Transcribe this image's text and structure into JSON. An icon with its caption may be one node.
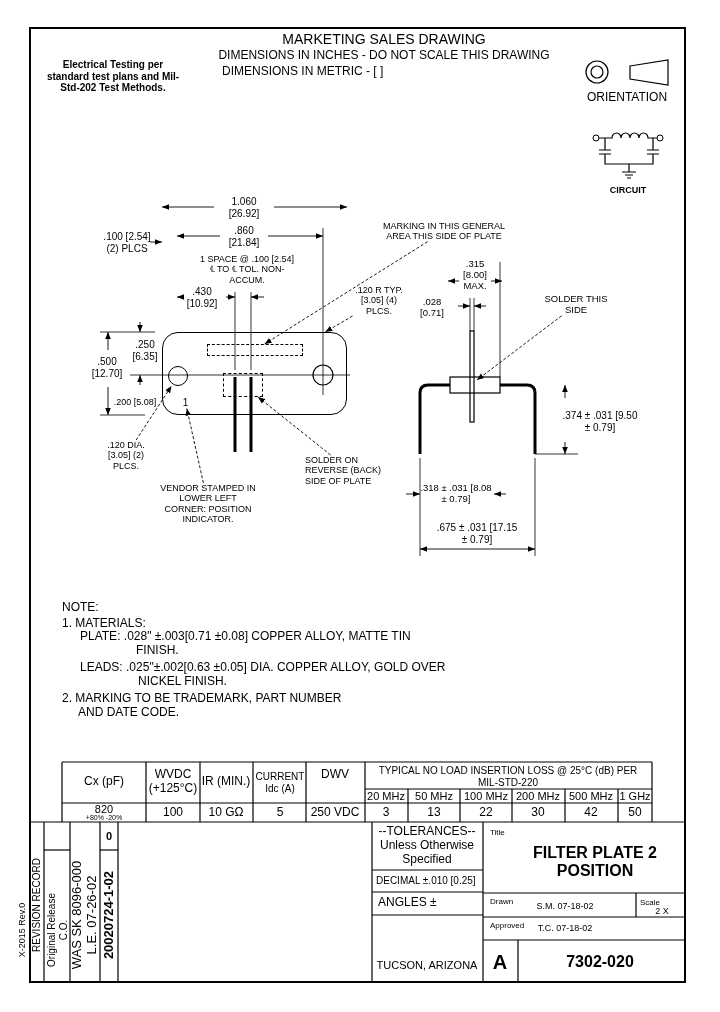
{
  "diagram": {
    "title": "MARKETING SALES DRAWING",
    "nodes": [
      {
        "text": [],
        "shape": "box"
      },
      {
        "text": [],
        "shape": "box",
        "in": 0
      },
      {
        "text": [],
        "shape": "circle",
        "in": 0
      },
      {
        "text": [
          "1"
        ],
        "in": 0
      },
      {
        "text": [],
        "shape": "box",
        "in": 0
      },
      {
        "text": [
          "MARKING IN THIS GENERAL AREA THIS SIDE OF PLATE"
        ]
      },
      {
        "text": [
          ".120 R TYP. [3.05] (4) PLCS."
        ]
      },
      {
        "text": [
          ".120 DIA. [3.05] (2) PLCS."
        ]
      },
      {
        "text": [
          "VENDOR STAMPED IN LOWER LEFT CORNER: POSITION INDICATOR."
        ]
      },
      {
        "text": [
          "SOLDER ON REVERSE (BACK) SIDE OF PLATE"
        ]
      },
      {
        "text": [
          "SOLDER THIS SIDE"
        ]
      }
    ],
    "edges": [
      {
        "from": 5,
        "to": 1,
        "arrow": "to"
      },
      {
        "from": 6,
        "to": 0,
        "arrow": "to"
      },
      {
        "from": 7,
        "to": 2,
        "arrow": "to"
      },
      {
        "from": 8,
        "to": 3,
        "arrow": "to"
      },
      {
        "from": 9,
        "to": 4,
        "arrow": "to"
      },
      {
        "from": 10,
        "to": null,
        "arrow": "to"
      }
    ],
    "labels": [
      "DIMENSIONS IN INCHES - DO NOT SCALE THIS DRAWING",
      "DIMENSIONS IN METRIC - [ ]",
      "Electrical Testing per standard test plans and Mil-Std-202 Test Methods.",
      "ORIENTATION",
      "CIRCUIT",
      "1.060 [26.92]",
      ".100 [2.54] (2) PLCS",
      ".860 [21.84]",
      "1 SPACE @ .100 [2.54] ℄ TO ℄ TOL. NON-ACCUM.",
      ".430 [10.92]",
      ".250 [6.35]",
      ".500 [12.70]",
      ".200 [5.08]",
      ".315 [8.00] MAX.",
      ".028 [0.71]",
      ".374 ± .031 [9.50 ± 0.79]",
      ".318 ± .031 [8.08 ± 0.79]",
      ".675 ± .031 [17.15 ± 0.79]",
      "NOTE:",
      "1. MATERIALS:",
      "PLATE: .028\" ±.003[0.71 ±0.08] COPPER ALLOY, MATTE TIN FINISH.",
      "LEADS: .025\"±.002[0.63 ±0.05] DIA. COPPER ALLOY, GOLD OVER NICKEL FINISH.",
      "2. MARKING TO BE TRADEMARK, PART NUMBER AND DATE CODE.",
      "Cx (pF)",
      "WVDC (+125°C)",
      "IR (MIN.)",
      "CURRENT Idc (A)",
      "DWV",
      "TYPICAL NO LOAD INSERTION LOSS @ 25°C (dB) PER MIL-STD-220",
      "20 MHz",
      "50 MHz",
      "100 MHz",
      "200 MHz",
      "500 MHz",
      "1 GHz",
      "820",
      "+80% -20%",
      "100",
      "10 GΩ",
      "5",
      "250 VDC",
      "3",
      "13",
      "22",
      "30",
      "42",
      "50",
      "X-2015 Rev.0",
      "REVISION RECORD",
      "Original Release C.O.",
      "WAS SK 8096-000 L.E. 07-26-02",
      "0",
      "20020724-1-02",
      "--TOLERANCES-- Unless Otherwise Specified",
      "DECIMAL ±.010 [0.25]",
      "ANGLES ±",
      "TUCSON, ARIZONA",
      "Title",
      "FILTER PLATE 2 POSITION",
      "Drawn",
      "S.M. 07-18-02",
      "Scale",
      "2 X",
      "Approved",
      "T.C. 07-18-02",
      "A",
      "7302-020"
    ]
  }
}
